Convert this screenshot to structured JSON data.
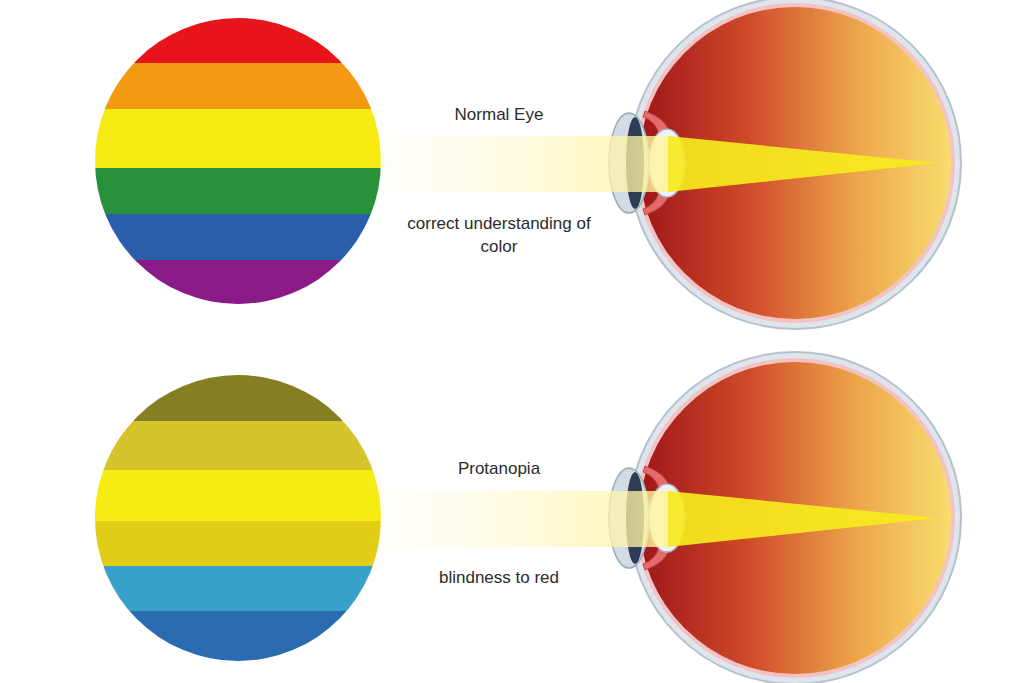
{
  "diagram": {
    "labels": [
      "Normal Eye",
      "correct understanding of color",
      "Protanopia",
      "blindness to red"
    ]
  }
}
